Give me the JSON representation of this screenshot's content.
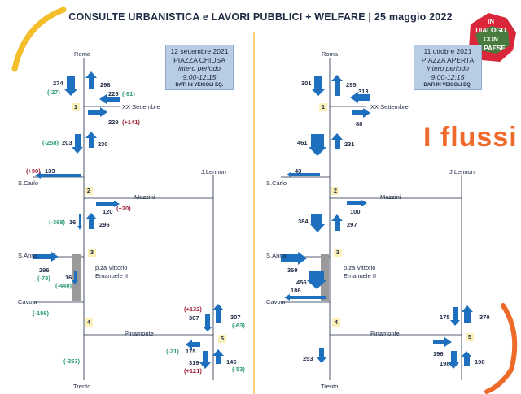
{
  "header": {
    "title": "CONSULTE URBANISTICA e LAVORI PUBBLICI + WELFARE | 25 maggio 2022",
    "main_heading": "I flussi",
    "logo": {
      "line1": "IN",
      "line2": "DIALOGO",
      "line3": "CON",
      "line4": "IL PAESE"
    }
  },
  "left_panel": {
    "info": {
      "date": "12 settembre 2021",
      "status": "PIAZZA CHIUSA",
      "period": "intero periodo",
      "hours": "9:00-12:15",
      "unit": "DATI IN VEICOLI EQ."
    },
    "streets": {
      "north": "Roma",
      "xx": "XX Settembre",
      "jlennon": "J.Lennon",
      "scarlo": "S.Carlo",
      "mazzini": "Mazzini",
      "sanna": "S.Anna",
      "piazza1": "p.za Vittorio",
      "piazza2": "Emanuele II",
      "cavour": "Cavour",
      "pinamonte": "Pinamonte",
      "south": "Trento"
    },
    "nodes": [
      "1",
      "2",
      "3",
      "4",
      "5"
    ],
    "values": {
      "roma_in": "274",
      "roma_in_d": "(-27)",
      "roma_out": "298",
      "xx_in": "225",
      "xx_in_d": "(-91)",
      "xx_out": "229",
      "xx_out_d": "(+141)",
      "s1_in": "203",
      "s1_in_d": "(-258)",
      "s1_out": "230",
      "sc_out": "133",
      "sc_out_d": "(+90)",
      "mz_out": "120",
      "mz_out_d": "(+20)",
      "s2_in": "16",
      "s2_in_d": "(-368)",
      "s2_out": "296",
      "sa_in": "296",
      "sa_in_d": "(-73)",
      "pz_in": "16",
      "pz_in_d": "(-440)",
      "cv_d": "(-186)",
      "s4_d": "(-253)",
      "jl_in": "307",
      "jl_in_d": "(+132)",
      "jl_out": "307",
      "jl_out_d": "(-63)",
      "pn_in": "175",
      "pn_in_d": "(-21)",
      "n5_in": "319",
      "n5_in_d": "(+121)",
      "n5_out": "145",
      "n5_out_d": "(-53)"
    }
  },
  "right_panel": {
    "info": {
      "date": "11 ottobre 2021",
      "status": "PIAZZA APERTA",
      "period": "intero periodo",
      "hours": "9:00-12:15",
      "unit": "DATI IN VEICOLI EQ."
    },
    "streets": {
      "north": "Roma",
      "xx": "XX Settembre",
      "jlennon": "J.Lennon",
      "scarlo": "S.Carlo",
      "mazzini": "Mazzini",
      "sanna": "S.Anna",
      "piazza1": "p.za Vittorio",
      "piazza2": "Emanuele II",
      "cavour": "Cavour",
      "pinamonte": "Pinamonte",
      "south": "Trento"
    },
    "nodes": [
      "1",
      "2",
      "3",
      "4",
      "5"
    ],
    "values": {
      "roma_in": "301",
      "roma_out": "295",
      "xx_in": "313",
      "xx_out": "88",
      "s1_in": "461",
      "s1_out": "231",
      "sc_out": "43",
      "mz_out": "100",
      "s2_in": "384",
      "s2_out": "297",
      "sa_in": "369",
      "pz_in": "456",
      "cv_out": "186",
      "s4_in": "253",
      "jl_in": "175",
      "jl_out": "370",
      "pn_in": "196",
      "n5_in": "198",
      "n5_out": "198"
    }
  },
  "colors": {
    "arrow": "#1f6fbf",
    "positive": "#a0243a",
    "negative": "#2a9a7a",
    "accent_orange": "#ee6a2a",
    "info_bg": "#b8cce4",
    "node_bg": "#fbf0b8",
    "logo_red": "#d9263b",
    "logo_green": "#2e8b3e"
  }
}
